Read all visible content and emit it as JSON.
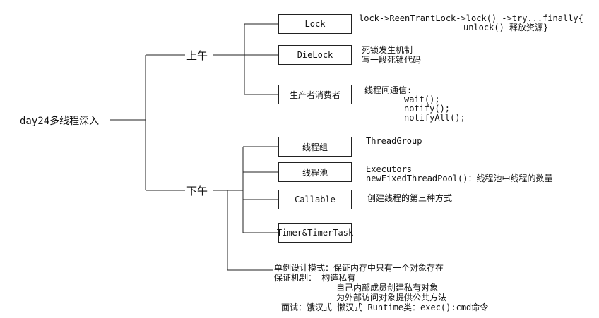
{
  "root": {
    "label": "day24多线程深入"
  },
  "branches": {
    "morning": {
      "label": "上午",
      "nodes": {
        "lock": {
          "label": "Lock",
          "note_line1": "lock->ReenTrantLock->lock()  ->try...finally{",
          "note_line2": "unlock()      释放资源}"
        },
        "dielock": {
          "label": "DieLock",
          "note_line1": "死锁发生机制",
          "note_line2": "写一段死锁代码"
        },
        "producer": {
          "label": "生产者消费者",
          "note_line1": "线程间通信:",
          "note_line2": "wait();",
          "note_line3": "notify();",
          "note_line4": "notifyAll();"
        }
      }
    },
    "afternoon": {
      "label": "下午",
      "nodes": {
        "threadgroup": {
          "label": "线程组",
          "note_line1": "ThreadGroup"
        },
        "threadpool": {
          "label": "线程池",
          "note_line1": "Executors",
          "note_line2": "newFixedThreadPool()：线程池中线程的数量"
        },
        "callable": {
          "label": "Callable",
          "note_line1": "创建线程的第三种方式"
        },
        "timer": {
          "label": "Timer&TimerTask"
        }
      },
      "singleton": {
        "line1": "单例设计模式：保证内存中只有一个对象存在",
        "line2": "保证机制：  构造私有",
        "line3": "自己内部成员创建私有对象",
        "line4": "为外部访问对象提供公共方法",
        "line5": "面试：饿汉式   懒汉式     Runtime类：exec():cmd命令"
      }
    }
  }
}
